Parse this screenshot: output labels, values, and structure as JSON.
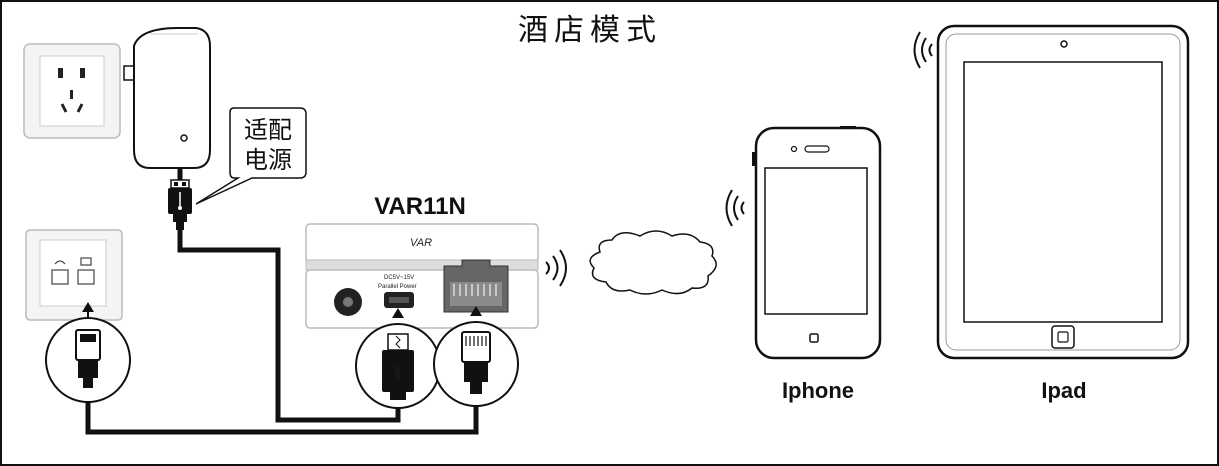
{
  "title": "酒店模式",
  "adapter_label_line1": "适配",
  "adapter_label_line2": "电源",
  "router": {
    "name": "VAR11N",
    "brand": "VAR",
    "port_top": "DC5V~15V",
    "port_bottom": "Parallel Power"
  },
  "devices": {
    "phone": "Iphone",
    "tablet": "Ipad"
  },
  "plug_brand": "VAR",
  "colors": {
    "stroke": "#111111",
    "panel": "#eeeeee",
    "screen": "#ffffff"
  },
  "icons": [
    "power-outlet-icon",
    "wall-jack-icon",
    "wifi-signal-icon",
    "cloud-icon",
    "usb-plug-icon",
    "rj11-plug-icon",
    "rj45-plug-icon"
  ]
}
